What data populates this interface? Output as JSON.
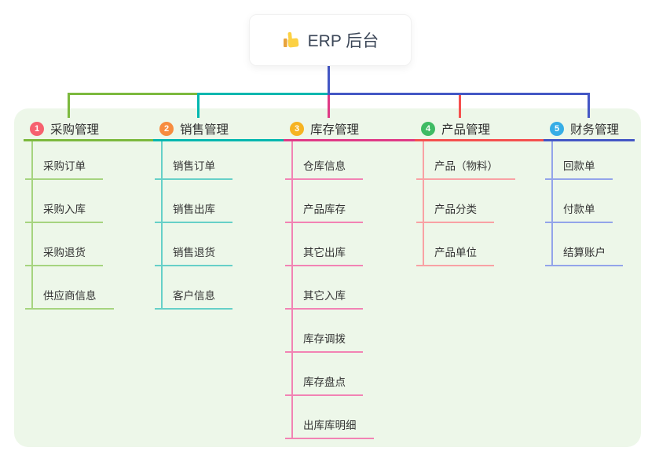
{
  "root": {
    "icon": "thumbs-up",
    "label": "ERP 后台"
  },
  "colors": {
    "panel_bg": "#edf7e9",
    "root_line": "#4457c5",
    "node_bg": "#ffffff",
    "text": "#333333"
  },
  "branches": [
    {
      "num": "1",
      "label": "采购管理",
      "badge_color": "#f6616f",
      "line_color": "#7cb93e",
      "sub_line_color": "#a6d47f",
      "children": [
        "采购订单",
        "采购入库",
        "采购退货",
        "供应商信息"
      ]
    },
    {
      "num": "2",
      "label": "销售管理",
      "badge_color": "#f78c3f",
      "line_color": "#00b7af",
      "sub_line_color": "#66d0c8",
      "children": [
        "销售订单",
        "销售出库",
        "销售退货",
        "客户信息"
      ]
    },
    {
      "num": "3",
      "label": "库存管理",
      "badge_color": "#f6b322",
      "line_color": "#df3a86",
      "sub_line_color": "#f283b4",
      "children": [
        "仓库信息",
        "产品库存",
        "其它出库",
        "其它入库",
        "库存调拨",
        "库存盘点",
        "出库库明细"
      ]
    },
    {
      "num": "4",
      "label": "产品管理",
      "badge_color": "#3fbb64",
      "line_color": "#f5504e",
      "sub_line_color": "#f9a1a4",
      "children": [
        "产品（物料）",
        "产品分类",
        "产品单位"
      ]
    },
    {
      "num": "5",
      "label": "财务管理",
      "badge_color": "#36ade6",
      "line_color": "#4457c5",
      "sub_line_color": "#93a4ea",
      "children": [
        "回款单",
        "付款单",
        "结算账户"
      ]
    }
  ]
}
